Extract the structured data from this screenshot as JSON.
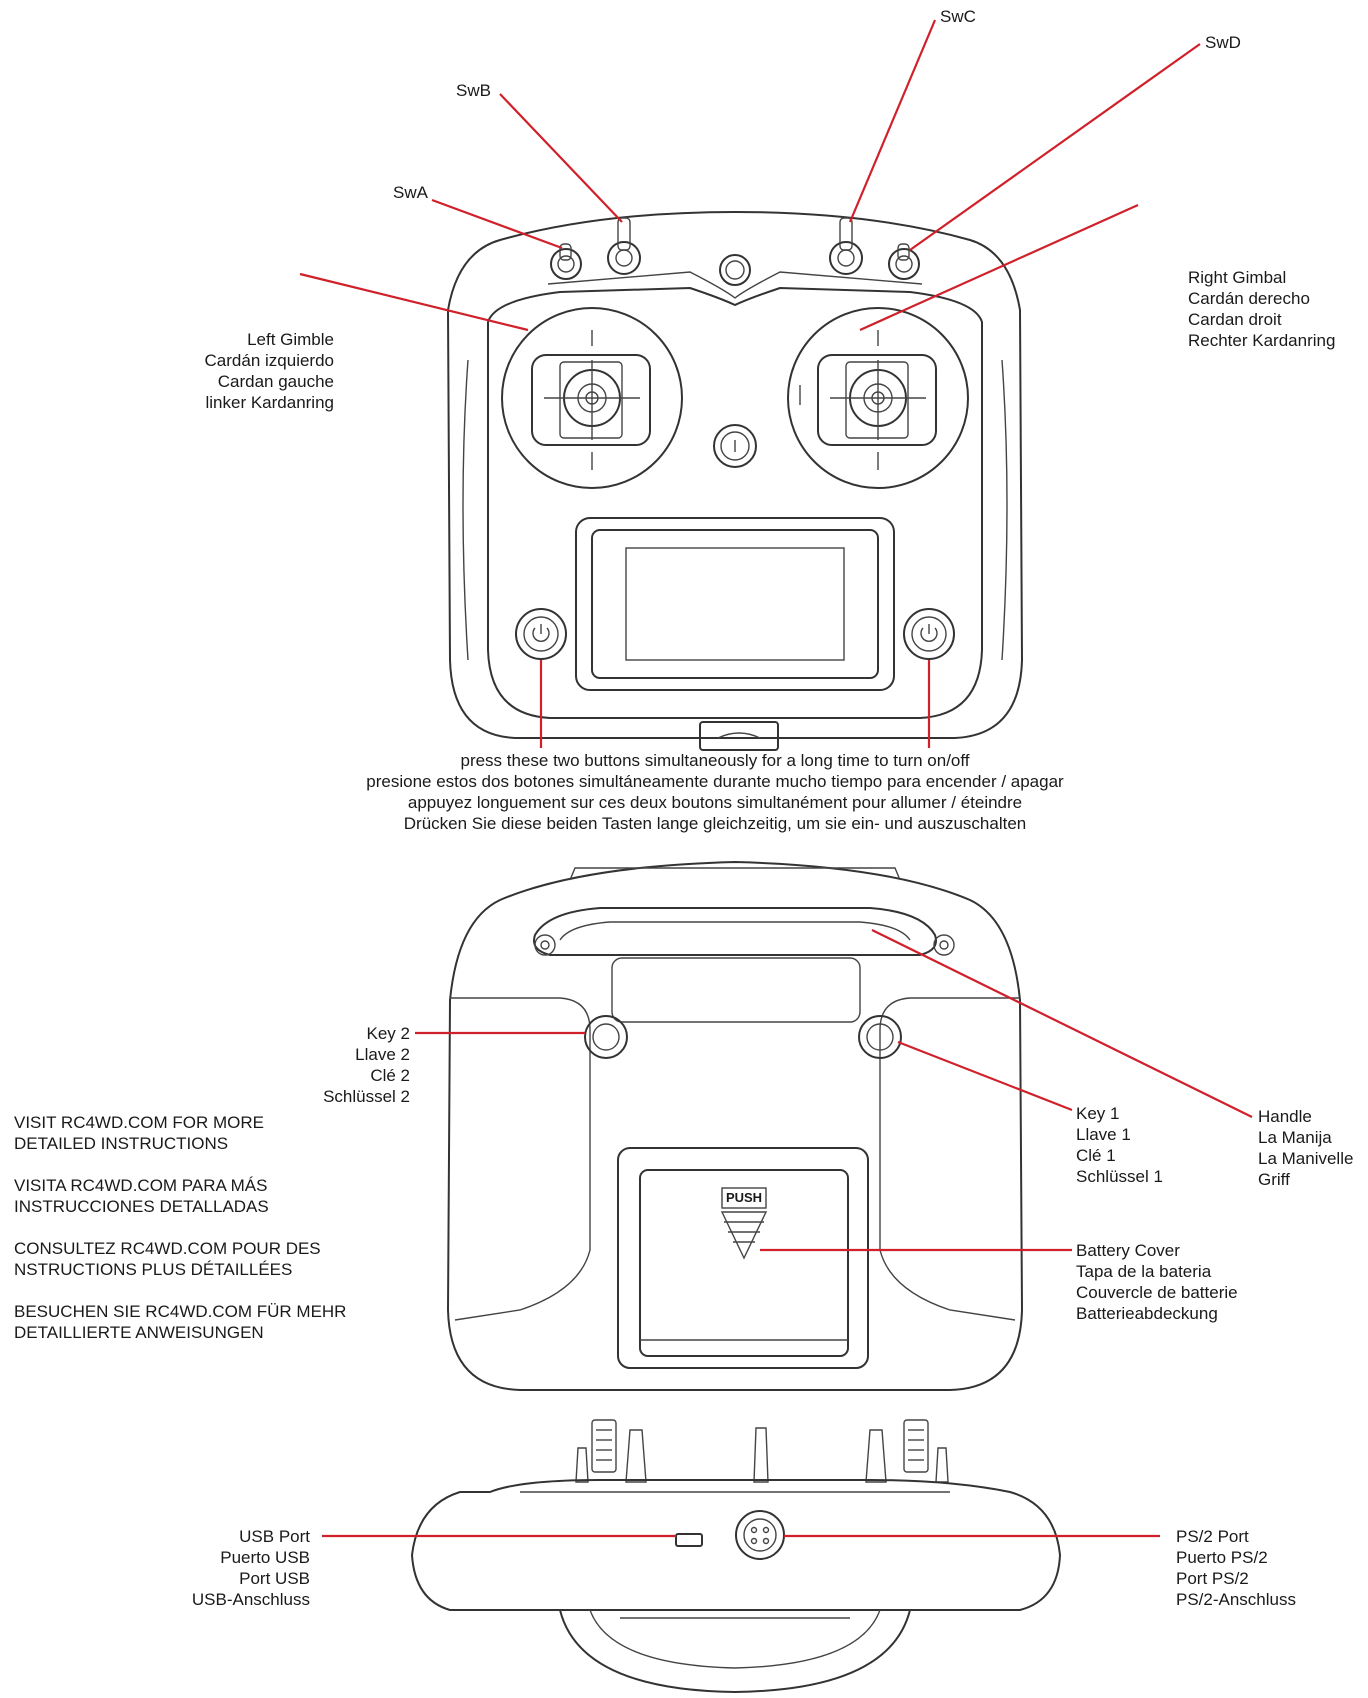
{
  "accent_color": "#d0202a",
  "switches": {
    "swa": "SwA",
    "swb": "SwB",
    "swc": "SwC",
    "swd": "SwD"
  },
  "left_gimbal": [
    "Left Gimble",
    "Cardán izquierdo",
    "Cardan gauche",
    "linker Kardanring"
  ],
  "right_gimbal": [
    "Right Gimbal",
    "Cardán derecho",
    "Cardan droit",
    "Rechter Kardanring"
  ],
  "power_note": [
    "press these two buttons simultaneously for a long time to turn on/off",
    "presione estos dos botones simultáneamente durante mucho tiempo para encender / apagar",
    "appuyez longuement sur ces deux boutons simultanément pour allumer / éteindre",
    "Drücken Sie diese beiden Tasten lange gleichzeitig, um sie ein- und auszuschalten"
  ],
  "key2": [
    "Key 2",
    "Llave 2",
    "Clé 2",
    "Schlüssel 2"
  ],
  "key1": [
    "Key 1",
    "Llave 1",
    "Clé 1",
    "Schlüssel 1"
  ],
  "handle": [
    "Handle",
    "La Manija",
    "La Manivelle",
    "Griff"
  ],
  "battery_cover": [
    "Battery Cover",
    "Tapa de la bateria",
    "Couvercle de batterie",
    "Batterieabdeckung"
  ],
  "battery_push_label": "PUSH",
  "website_notes": [
    [
      "VISIT RC4WD.COM FOR MORE",
      "DETAILED INSTRUCTIONS"
    ],
    [
      "VISITA RC4WD.COM PARA MÁS",
      "INSTRUCCIONES DETALLADAS"
    ],
    [
      "CONSULTEZ RC4WD.COM POUR DES",
      "NSTRUCTIONS PLUS DÉTAILLÉES"
    ],
    [
      "BESUCHEN SIE RC4WD.COM FÜR MEHR",
      "DETAILLIERTE ANWEISUNGEN"
    ]
  ],
  "usb_port": [
    "USB Port",
    "Puerto USB",
    "Port USB",
    "USB-Anschluss"
  ],
  "ps2_port": [
    "PS/2 Port",
    "Puerto PS/2",
    "Port PS/2",
    "PS/2-Anschluss"
  ]
}
